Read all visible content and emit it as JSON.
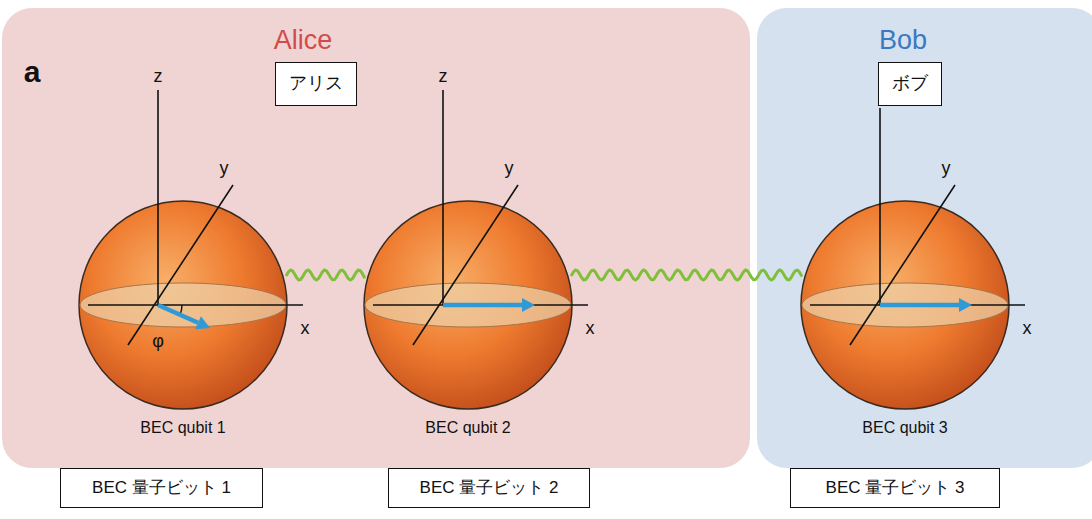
{
  "diagram": {
    "nodes": [
      {
        "text": [
          "Alice"
        ]
      },
      {
        "text": [
          "アリス"
        ],
        "in": 0
      },
      {
        "text": [
          "BEC qubit 1"
        ],
        "in": 0
      },
      {
        "text": [
          "BEC qubit 2"
        ],
        "in": 0
      },
      {
        "text": [
          "Bob"
        ]
      },
      {
        "text": [
          "ボブ"
        ],
        "in": 4
      },
      {
        "text": [
          "BEC qubit 3"
        ],
        "in": 4
      },
      {
        "text": [
          "BEC 量子ビット 1"
        ]
      },
      {
        "text": [
          "BEC 量子ビット 2"
        ]
      },
      {
        "text": [
          "BEC 量子ビット 3"
        ]
      }
    ],
    "edges": [
      {
        "from": 2,
        "to": 3,
        "arrow": "none"
      },
      {
        "from": 3,
        "to": 6,
        "arrow": "none"
      }
    ],
    "labels": [
      "a",
      "z",
      "y",
      "φ",
      "x",
      "z",
      "y",
      "x",
      "y",
      "x"
    ]
  }
}
